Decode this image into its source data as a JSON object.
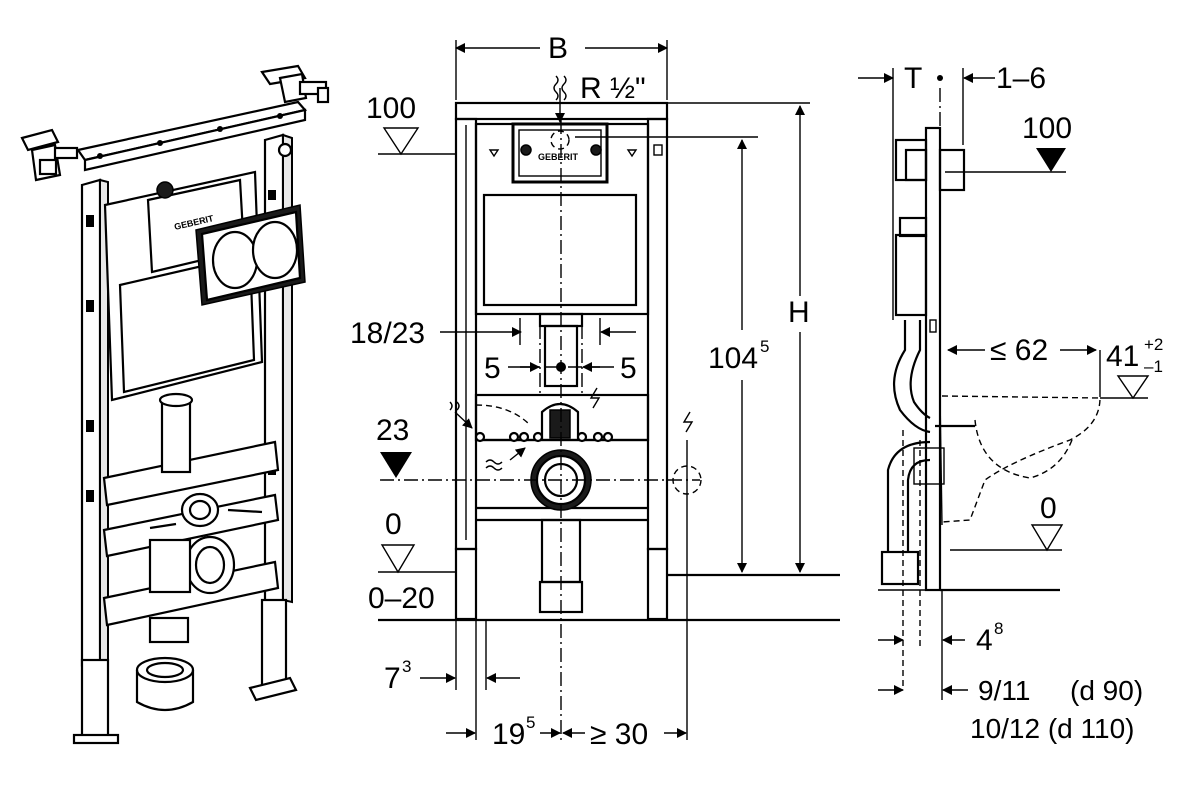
{
  "front_view": {
    "width_label": "B",
    "water_connection_label": "R ½\"",
    "level_100": "100",
    "level_23": "23",
    "level_0": "0",
    "floor_range": "0–20",
    "height_label": "H",
    "height_1045_base": "104",
    "height_1045_sup": "5",
    "dim_18_23": "18/23",
    "dim_5_left": "5",
    "dim_5_right": "5",
    "dim_73_base": "7",
    "dim_73_sup": "3",
    "dim_195_base": "19",
    "dim_195_sup": "5",
    "dim_ge30": "≥ 30",
    "logo_text": "GEBERIT"
  },
  "side_view": {
    "depth_label": "T",
    "dim_1_6": "1–6",
    "level_100": "100",
    "dim_le62": "≤ 62",
    "dim_41_base": "41",
    "dim_41_sup": "+2",
    "dim_41_sub": "–1",
    "level_0": "0",
    "dim_48_base": "4",
    "dim_48_sup": "8",
    "dim_9_11": "9/11",
    "dim_d90": "(d 90)",
    "dim_10_12": "10/12 (d 110)"
  },
  "perspective_view": {
    "logo_text": "GEBERIT"
  }
}
